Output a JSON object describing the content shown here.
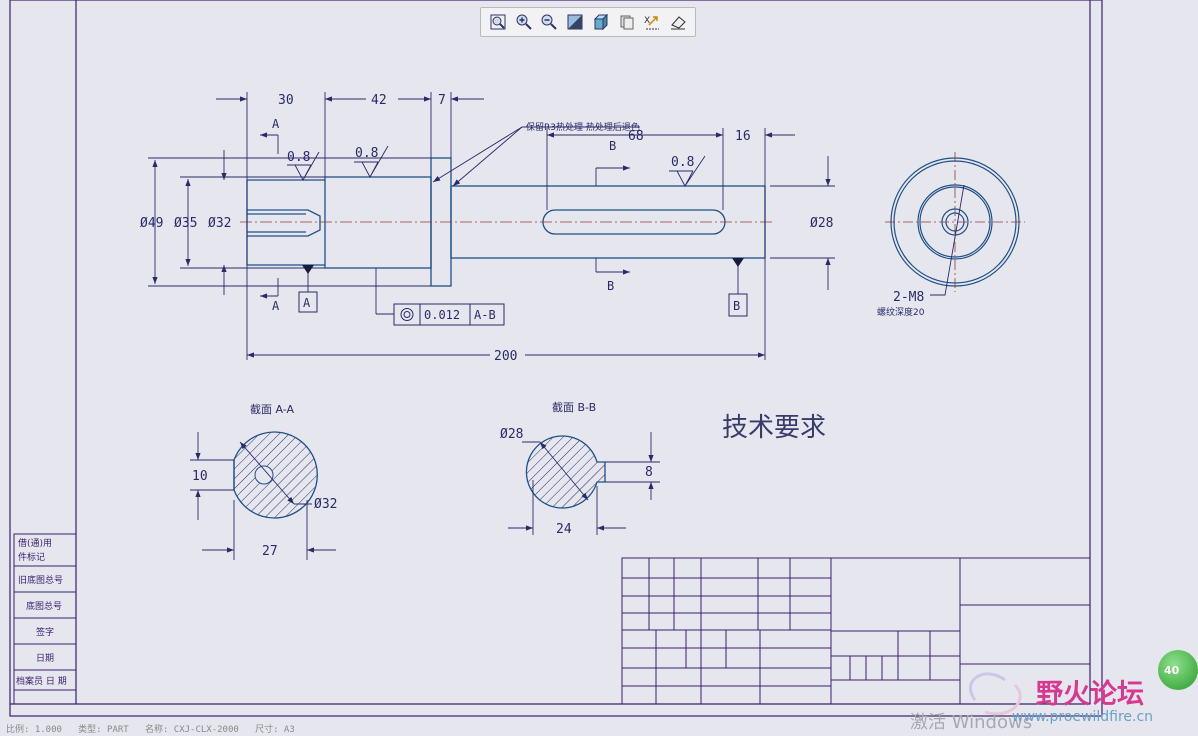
{
  "toolbar": {
    "icons": [
      "zoom-fit-icon",
      "zoom-in-icon",
      "zoom-out-icon",
      "pan-icon",
      "view-3d-icon",
      "layers-icon",
      "regenerate-icon",
      "eraser-icon"
    ]
  },
  "dims": {
    "d30": "30",
    "d42": "42",
    "d7": "7",
    "d68": "68",
    "d16": "16",
    "d200": "200",
    "phi49": "Ø49",
    "phi35": "Ø35",
    "phi32": "Ø32",
    "phi28": "Ø28",
    "rough1": "0.8",
    "rough2": "0.8",
    "rough3": "0.8"
  },
  "labels": {
    "sec_a_top": "A",
    "sec_a_bot": "A",
    "sec_b_top": "B",
    "sec_b_bot": "B",
    "datum_a": "A",
    "datum_b": "B",
    "note": "保留R3热处理  热处理后退色",
    "tol_value": "0.012",
    "tol_ref": "A-B",
    "thread": "2-M8",
    "thread_depth": "螺纹深度20"
  },
  "section_a": {
    "title": "截面 A-A",
    "d10": "10",
    "phi32": "Ø32",
    "d27": "27"
  },
  "section_b": {
    "title": "截面 B-B",
    "phi28": "Ø28",
    "d8": "8",
    "d24": "24"
  },
  "tech": "技术要求",
  "sidebar": [
    "借(通)用",
    "件标记",
    "旧底图总号",
    "底图总号",
    "签字",
    "日期",
    "档案员 日 期"
  ],
  "status_bar": "比例: 1.000   类型: PART   名称: CXJ-CLX-2000   尺寸: A3",
  "watermark": "激活 Windows",
  "logo": {
    "name": "野火论坛",
    "url": "www.proewildfire.cn",
    "badge": "40"
  },
  "colors": {
    "frame": "#3a1f6e",
    "part": "#1f4f86",
    "dim": "#2a2a6a"
  }
}
